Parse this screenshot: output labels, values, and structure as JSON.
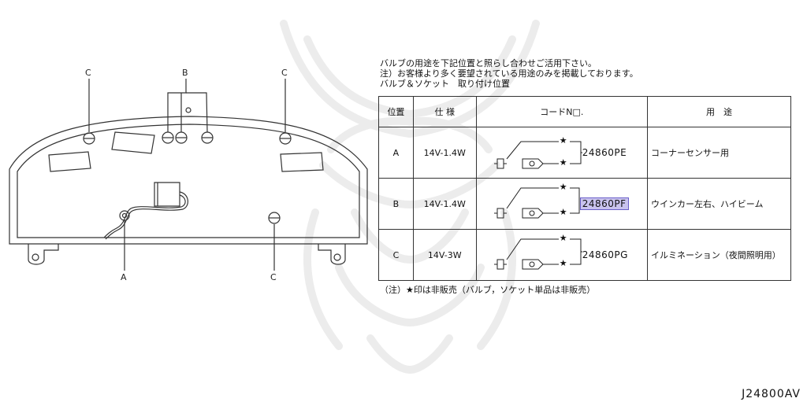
{
  "diagram": {
    "labels": {
      "c_top_left": "C",
      "b_top": "B",
      "c_top_right": "C",
      "a_bottom": "A",
      "c_bottom": "C"
    }
  },
  "notes": {
    "line1": "バルブの用途を下記位置と照らし合わせご活用下さい。",
    "line2": "注）お客様より多く要望されている用途のみを掲載しております。",
    "line3": "バルブ＆ソケット　取り付け位置"
  },
  "table": {
    "headers": {
      "position": "位置",
      "spec": "仕 様",
      "code": "コードN□.",
      "use": "用　途"
    },
    "rows": [
      {
        "position": "A",
        "spec": "14V-1.4W",
        "code": "24860PE",
        "use": "コーナーセンサー用"
      },
      {
        "position": "B",
        "spec": "14V-1.4W",
        "code": "24860PF",
        "use": "ウインカー左右、ハイビーム"
      },
      {
        "position": "C",
        "spec": "14V-3W",
        "code": "24860PG",
        "use": "イルミネーション（夜間照明用）"
      }
    ],
    "star": "★",
    "highlight_color": "#c9c3ee"
  },
  "footnote": "（注）★印は非販売（バルブ，ソケット単品は非販売）",
  "reference": "J24800AV"
}
